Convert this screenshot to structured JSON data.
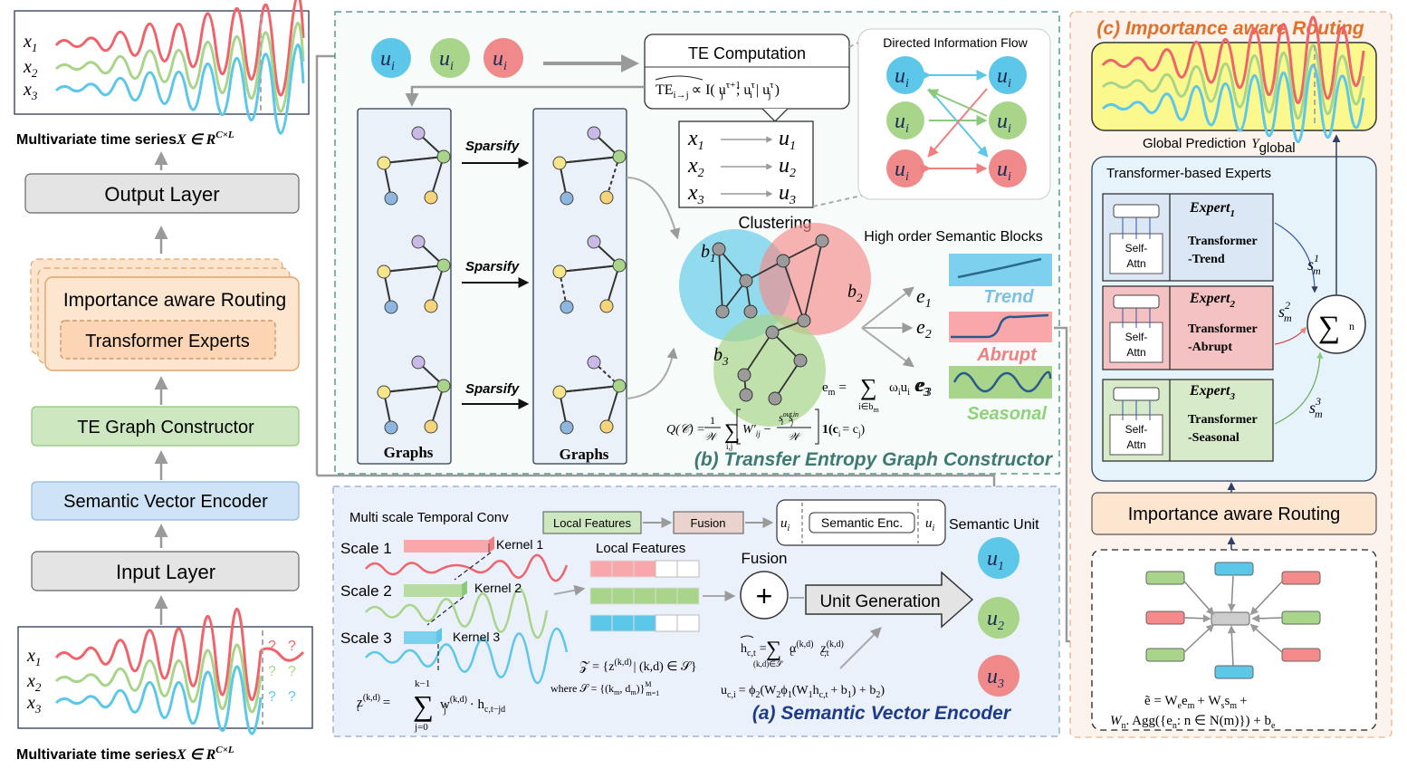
{
  "left": {
    "output_caption": "Multivariate time series",
    "output_math": "X ∈ R",
    "output_exp": "C×L",
    "input_caption": "Multivariate time series",
    "input_math": "X ∈ R",
    "input_exp": "C×L",
    "series_labels": [
      "x",
      "x",
      "x"
    ],
    "series_subs": [
      "1",
      "2",
      "3"
    ],
    "qmark": "?",
    "blocks": {
      "output": "Output Layer",
      "routing": "Importance aware Routing",
      "experts": "Transformer Experts",
      "te": "TE Graph Constructor",
      "sve": "Semantic Vector Encoder",
      "input": "Input Layer"
    }
  },
  "panel_b": {
    "caption": "(b) Transfer Entropy Graph Constructor",
    "unit": "u",
    "unit_sub": "i",
    "te_title": "TE Computation",
    "te_formula": "TE",
    "te_formula_sub": "i→j",
    "te_formula_rest": "∝ I( u",
    "te_formula_tail": "; u",
    "te_formula_tail2": "| u",
    "te_formula_end": ")",
    "tau1": "τ+1",
    "tau": "τ",
    "j": "j",
    "i": "i",
    "map_x": [
      "x",
      "x",
      "x"
    ],
    "map_u": [
      "u",
      "u",
      "u"
    ],
    "map_subs": [
      "1",
      "2",
      "3"
    ],
    "dif_title": "Directed Information Flow",
    "sparsify": "Sparsify",
    "graphs": "Graphs",
    "clustering": "Clustering",
    "blocks_title": "High order Semantic Blocks",
    "b_labels": [
      "b",
      "b",
      "b"
    ],
    "b_subs": [
      "1",
      "2",
      "3"
    ],
    "e_labels": [
      "e",
      "e",
      "e"
    ],
    "e_subs": [
      "1",
      "2",
      "3"
    ],
    "trend": "Trend",
    "abrupt": "Abrupt",
    "seasonal": "Seasonal",
    "em_formula_lhs": "e",
    "em_formula_sub": "m",
    "em_formula_eq": "=",
    "em_sum": "∑",
    "em_sum_sub": "i∈b",
    "em_sum_sub2": "m",
    "em_term": "ω",
    "em_term2": "u",
    "em_term3": "e",
    "em_term3_sub": "3",
    "q_formula": "Q(𝒞) = (1/𝒲) ∑ [ W′ − s s / 𝒲 ] 1(c = c)",
    "q_left": "Q(𝒞) =",
    "q_one": "1",
    "q_w": "𝒲",
    "q_sum": "∑",
    "q_sumsub": "i,j",
    "q_wij": "W′",
    "q_wsub": "ij",
    "q_minus": "−",
    "q_s": "s",
    "q_out": "out",
    "q_in": "in",
    "q_ind": "1(c",
    "q_ind2": "= c",
    "q_ind3": ")",
    "q_isub": "i",
    "q_jsub": "j"
  },
  "panel_a": {
    "caption": "(a) Semantic Vector Encoder",
    "msconv": "Multi scale Temporal Conv",
    "local_features_box": "Local Features",
    "fusion_box": "Fusion",
    "u_i": "u",
    "u_i_sub": "i",
    "semantic_enc": "Semantic Enc.",
    "semantic_unit": "Semantic Unit",
    "scales": [
      "Scale 1",
      "Scale 2",
      "Scale 3"
    ],
    "kernels": [
      "Kernel 1",
      "Kernel 2",
      "Kernel 3"
    ],
    "local_features": "Local Features",
    "fusion": "Fusion",
    "plus": "+",
    "unit_generation": "Unit Generation",
    "su_labels": [
      "u",
      "u",
      "u"
    ],
    "su_subs": [
      "1",
      "2",
      "3"
    ],
    "z_formula": "z",
    "z_sup": "(k,d)",
    "z_sub": "t",
    "z_eq": "=",
    "z_sum": "∑",
    "z_sum_top": "k−1",
    "z_sum_bot": "j=0",
    "z_w": "w",
    "z_w_sub": "j",
    "z_h": "· h",
    "z_h_sub": "c,t−jd",
    "Z_formula": "𝒵 = {z",
    "Z_formula_rest": "| (k,d) ∈ 𝒮}",
    "S_formula": "where  𝒮 = {(k",
    "S_formula_rest": ", d",
    "S_formula_end": ")}",
    "S_m": "m",
    "S_top": "M",
    "S_bot": "m=1",
    "h_formula": "h",
    "h_sub": "c,t",
    "h_eq": "=",
    "h_sum": "∑",
    "h_sum_sub": "(k,d)∈𝒮",
    "h_alpha": "α",
    "h_alpha_sub": "c",
    "h_z": "z",
    "h_z_sub": "c,t",
    "u_formula": "u",
    "u_formula_sub": "c,i",
    "u_formula_rest": "= ϕ",
    "u_formula_2": "(W",
    "u_formula_3": "ϕ",
    "u_formula_4": "(W",
    "u_formula_5": "h",
    "u_formula_6": "+ b",
    "u_formula_7": ") + b",
    "u_formula_8": ")",
    "sub1": "1",
    "sub2": "2"
  },
  "panel_c": {
    "caption": "(c) Importance aware Routing",
    "global_pred": "Global Prediction",
    "y_global": "Y",
    "y_global_sub": "global",
    "transformer_experts": "Transformer-based Experts",
    "self_attn": "Self-",
    "self_attn2": "Attn",
    "expert_word": "Expert",
    "expert_subs": [
      "1",
      "2",
      "3"
    ],
    "expert_lines1": [
      "Transformer",
      "Transformer",
      "Transformer"
    ],
    "expert_lines2": [
      "-Trend",
      "-Abrupt",
      "-Seasonal"
    ],
    "s_labels": [
      "s",
      "s",
      "s"
    ],
    "s_sups": [
      "1",
      "2",
      "3"
    ],
    "s_sub": "m",
    "sum_symbol": "∑",
    "sum_n": "n",
    "routing": "Importance aware Routing",
    "agg_formula1": "ẽ = W",
    "agg_e": "e",
    "agg_em": "e",
    "agg_m": "m",
    "agg_plus": "+ W",
    "agg_s": "s",
    "agg_sm": "s",
    "agg_plus2": "+",
    "agg_line2": "W",
    "agg_n": "n",
    "agg_line2_rest": ". Agg({e",
    "agg_line2_rest2": ": n ∈ N(m)}) + b",
    "agg_be": "e"
  },
  "colors": {
    "red": "#f0636a",
    "green": "#a8d58a",
    "blue": "#5cc7e8",
    "dark_teal": "#3e7a73",
    "navy": "#1e3b8a",
    "orange": "#e0702b"
  }
}
